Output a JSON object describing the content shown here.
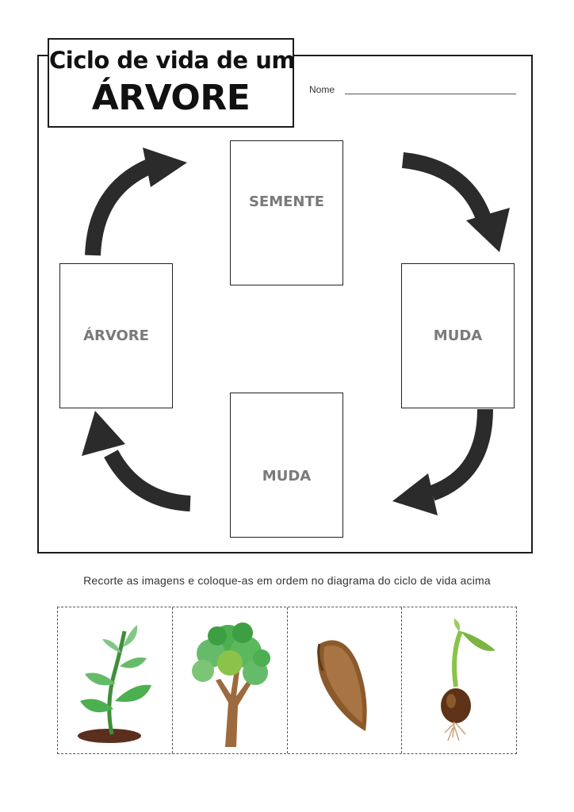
{
  "title": {
    "line1": "Ciclo de vida de um",
    "line2": "ÁRVORE"
  },
  "name_field": {
    "label": "Nome"
  },
  "stages": {
    "top": "SEMENTE",
    "right": "MUDA",
    "bottom": "MUDA",
    "left": "ÁRVORE"
  },
  "instruction": "Recorte as imagens e coloque-as em ordem no diagrama do ciclo de vida acima",
  "cutouts": [
    {
      "icon": "young-plant-icon"
    },
    {
      "icon": "tree-icon"
    },
    {
      "icon": "seed-icon"
    },
    {
      "icon": "sprouting-seed-icon"
    }
  ],
  "colors": {
    "arrow": "#2b2b2b",
    "stage_label": "#7a7a7a",
    "leaf": "#5cb85c",
    "seed": "#8b5a2b"
  }
}
